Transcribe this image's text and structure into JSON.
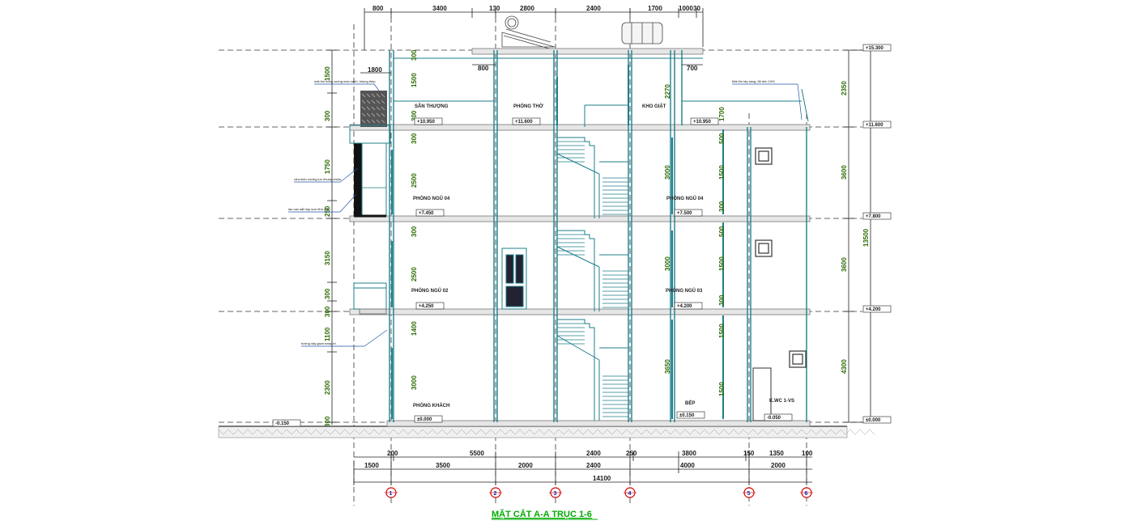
{
  "title": "MẶT CẮT A-A TRỤC 1-6",
  "colors": {
    "wall": "#1e7f8a",
    "slab": "#999999",
    "dim": "#1a1a1a",
    "dim_green": "#2a6b00",
    "title": "#00aa00",
    "axis_circle": "#d40000",
    "axis_text": "#1a1aa0",
    "note_line": "#2255aa"
  },
  "top_dims": [
    "800",
    "3400",
    "130",
    "2800",
    "2400",
    "1700",
    "1000",
    "30"
  ],
  "top_inner_dims": [
    "800",
    "700"
  ],
  "inner_dim_1800": "1800",
  "bottom_dims_row1": [
    "200",
    "5500",
    "2400",
    "250",
    "3800",
    "150",
    "1350",
    "100"
  ],
  "bottom_dims_row2": [
    "1500",
    "3500",
    "2000",
    "2400",
    "4000",
    "2000"
  ],
  "total_dim": "14100",
  "axes": [
    "1",
    "2",
    "3",
    "4",
    "5",
    "6"
  ],
  "left_vdims": [
    "1500",
    "300",
    "1750",
    "250",
    "3150",
    "300",
    "300",
    "1100",
    "2300",
    "300"
  ],
  "inner_vdims_left": [
    "300",
    "1500",
    "300",
    "300",
    "2500",
    "300",
    "2500",
    "1400",
    "3000"
  ],
  "inner_vdims_right": [
    "2270",
    "1700",
    "3000",
    "3000",
    "3650",
    "500",
    "1500",
    "300",
    "500",
    "1500",
    "300",
    "1500",
    "1500"
  ],
  "right_vdims": [
    "2350",
    "3600",
    "3600",
    "4300"
  ],
  "overall_height": "13500",
  "levels": {
    "roof_top": "+15.300",
    "roof": "+11.600",
    "f3": "+7.800",
    "f2": "+4.200",
    "ground": "±0.000",
    "outside": "-0.150",
    "roof_l": "+10.950",
    "roof_r": "+10.950",
    "roof_mid": "+11.600",
    "f3_l": "+7.450",
    "f3_r": "+7.500",
    "f2_l": "+4.250",
    "f2_r": "+4.200",
    "g_l": "±0.000",
    "g_m": "±0.150",
    "g_r": "-0.050"
  },
  "rooms": {
    "san_thuong": "SÂN THƯỢNG",
    "phong_tho": "PHÒNG THỜ",
    "kho_giat": "KHO GIẶT",
    "ngu4": "PHÒNG NGỦ 04",
    "ngu4b": "PHÒNG NGỦ 04",
    "ngu2": "PHÒNG NGỦ 02",
    "ngu3": "PHÒNG NGỦ 03",
    "khach": "PHÒNG KHÁCH",
    "bep": "BẾP",
    "wc": "K.WC 1-VS"
  },
  "notes": {
    "n1": "mái tôn sóng vuông màu xanh, khung thép",
    "n2": "Mái tôn lấy sáng, độ dốc 10%",
    "n3": "cửa kính cường lực khung nhôm",
    "n4": "lan can sắt hộp sơn tĩnh điện",
    "n5": "tường xây gạch trang trí"
  }
}
